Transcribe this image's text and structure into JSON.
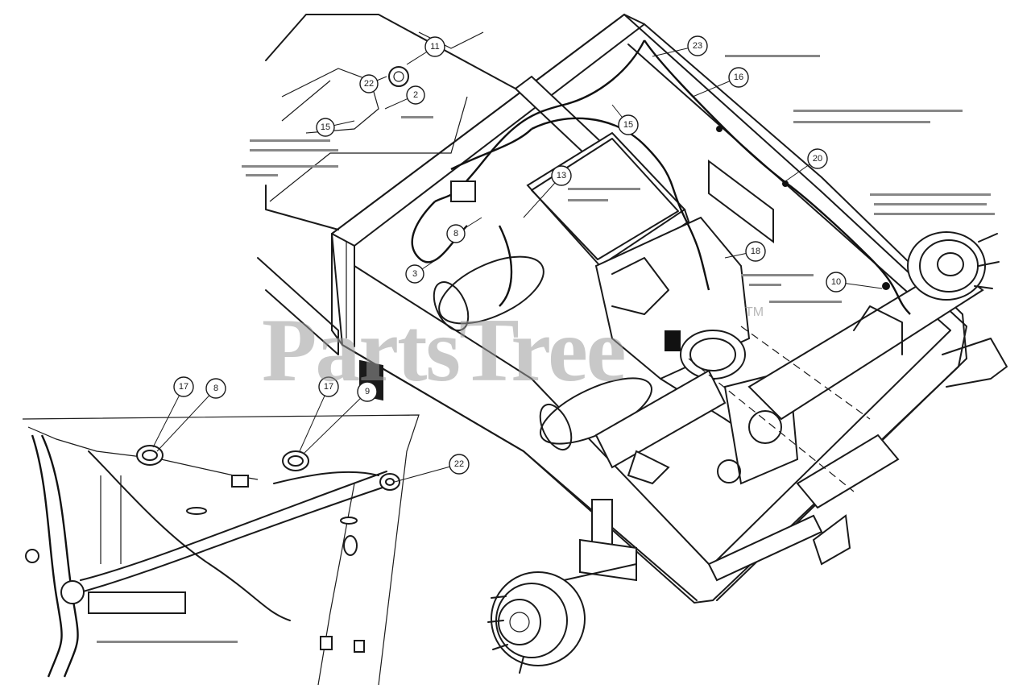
{
  "watermark": {
    "text": "PartsTree",
    "trademark": "TM",
    "color": "#9a9a9a"
  },
  "callouts": [
    {
      "id": "c1",
      "label": "11"
    },
    {
      "id": "c2",
      "label": "22"
    },
    {
      "id": "c3",
      "label": "2"
    },
    {
      "id": "c4",
      "label": "15"
    },
    {
      "id": "c5",
      "label": "23"
    },
    {
      "id": "c6",
      "label": "16"
    },
    {
      "id": "c7",
      "label": "15"
    },
    {
      "id": "c8",
      "label": "13"
    },
    {
      "id": "c9",
      "label": "20"
    },
    {
      "id": "c10",
      "label": "3"
    },
    {
      "id": "c11",
      "label": "8"
    },
    {
      "id": "c12",
      "label": "18"
    },
    {
      "id": "c13",
      "label": "10"
    },
    {
      "id": "c14",
      "label": "17"
    },
    {
      "id": "c15",
      "label": "8"
    },
    {
      "id": "c16",
      "label": "17"
    },
    {
      "id": "c17",
      "label": "9"
    },
    {
      "id": "c18",
      "label": "22"
    }
  ],
  "icons": {
    "wheel_hub": "wheel-hub-icon",
    "tank": "tank-icon",
    "grommet": "grommet-icon"
  }
}
